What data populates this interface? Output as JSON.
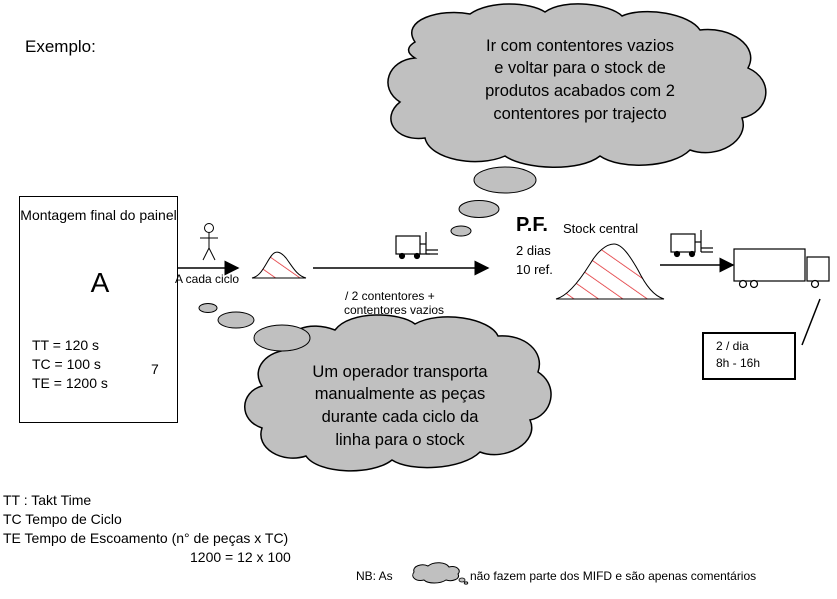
{
  "title": "Exemplo:",
  "process_box": {
    "title": "Montagem final do painel",
    "circle_label": "A",
    "metrics": [
      "TT = 120 s",
      "TC = 100 s",
      "TE = 1200 s"
    ],
    "operator_count": "7"
  },
  "flow": {
    "each_cycle_label": "A cada ciclo",
    "containers_label_line1": "/ 2 contentores +",
    "containers_label_line2": "contentores vazios"
  },
  "central_stock": {
    "title": "P.F.",
    "subtitle": "Stock central",
    "days": "2 dias",
    "refs": "10 ref."
  },
  "schedule": {
    "line1": "2 / dia",
    "line2": "8h - 16h"
  },
  "cloud_top": {
    "lines": [
      "Ir com contentores vazios",
      "e voltar para o stock de",
      "produtos acabados com 2",
      "contentores por trajecto"
    ]
  },
  "cloud_bottom": {
    "lines": [
      "Um operador transporta",
      "manualmente as peças",
      "durante cada ciclo da",
      "linha para o stock"
    ]
  },
  "legend": {
    "lines": [
      "TT : Takt Time",
      "TC Tempo de Ciclo",
      "TE Tempo de Escoamento (n° de peças x TC)"
    ],
    "formula": "1200 = 12 x 100"
  },
  "note": {
    "prefix": "NB: As",
    "suffix": "não fazem parte dos MIFD e são apenas comentários"
  },
  "icons": [
    "operator-icon",
    "forklift-icon",
    "truck-icon",
    "inventory-triangle-icon",
    "cloud-icon"
  ],
  "colors": {
    "hatch": "#e0252a",
    "cloud_fill": "#c0c0c0",
    "line": "#000000"
  }
}
